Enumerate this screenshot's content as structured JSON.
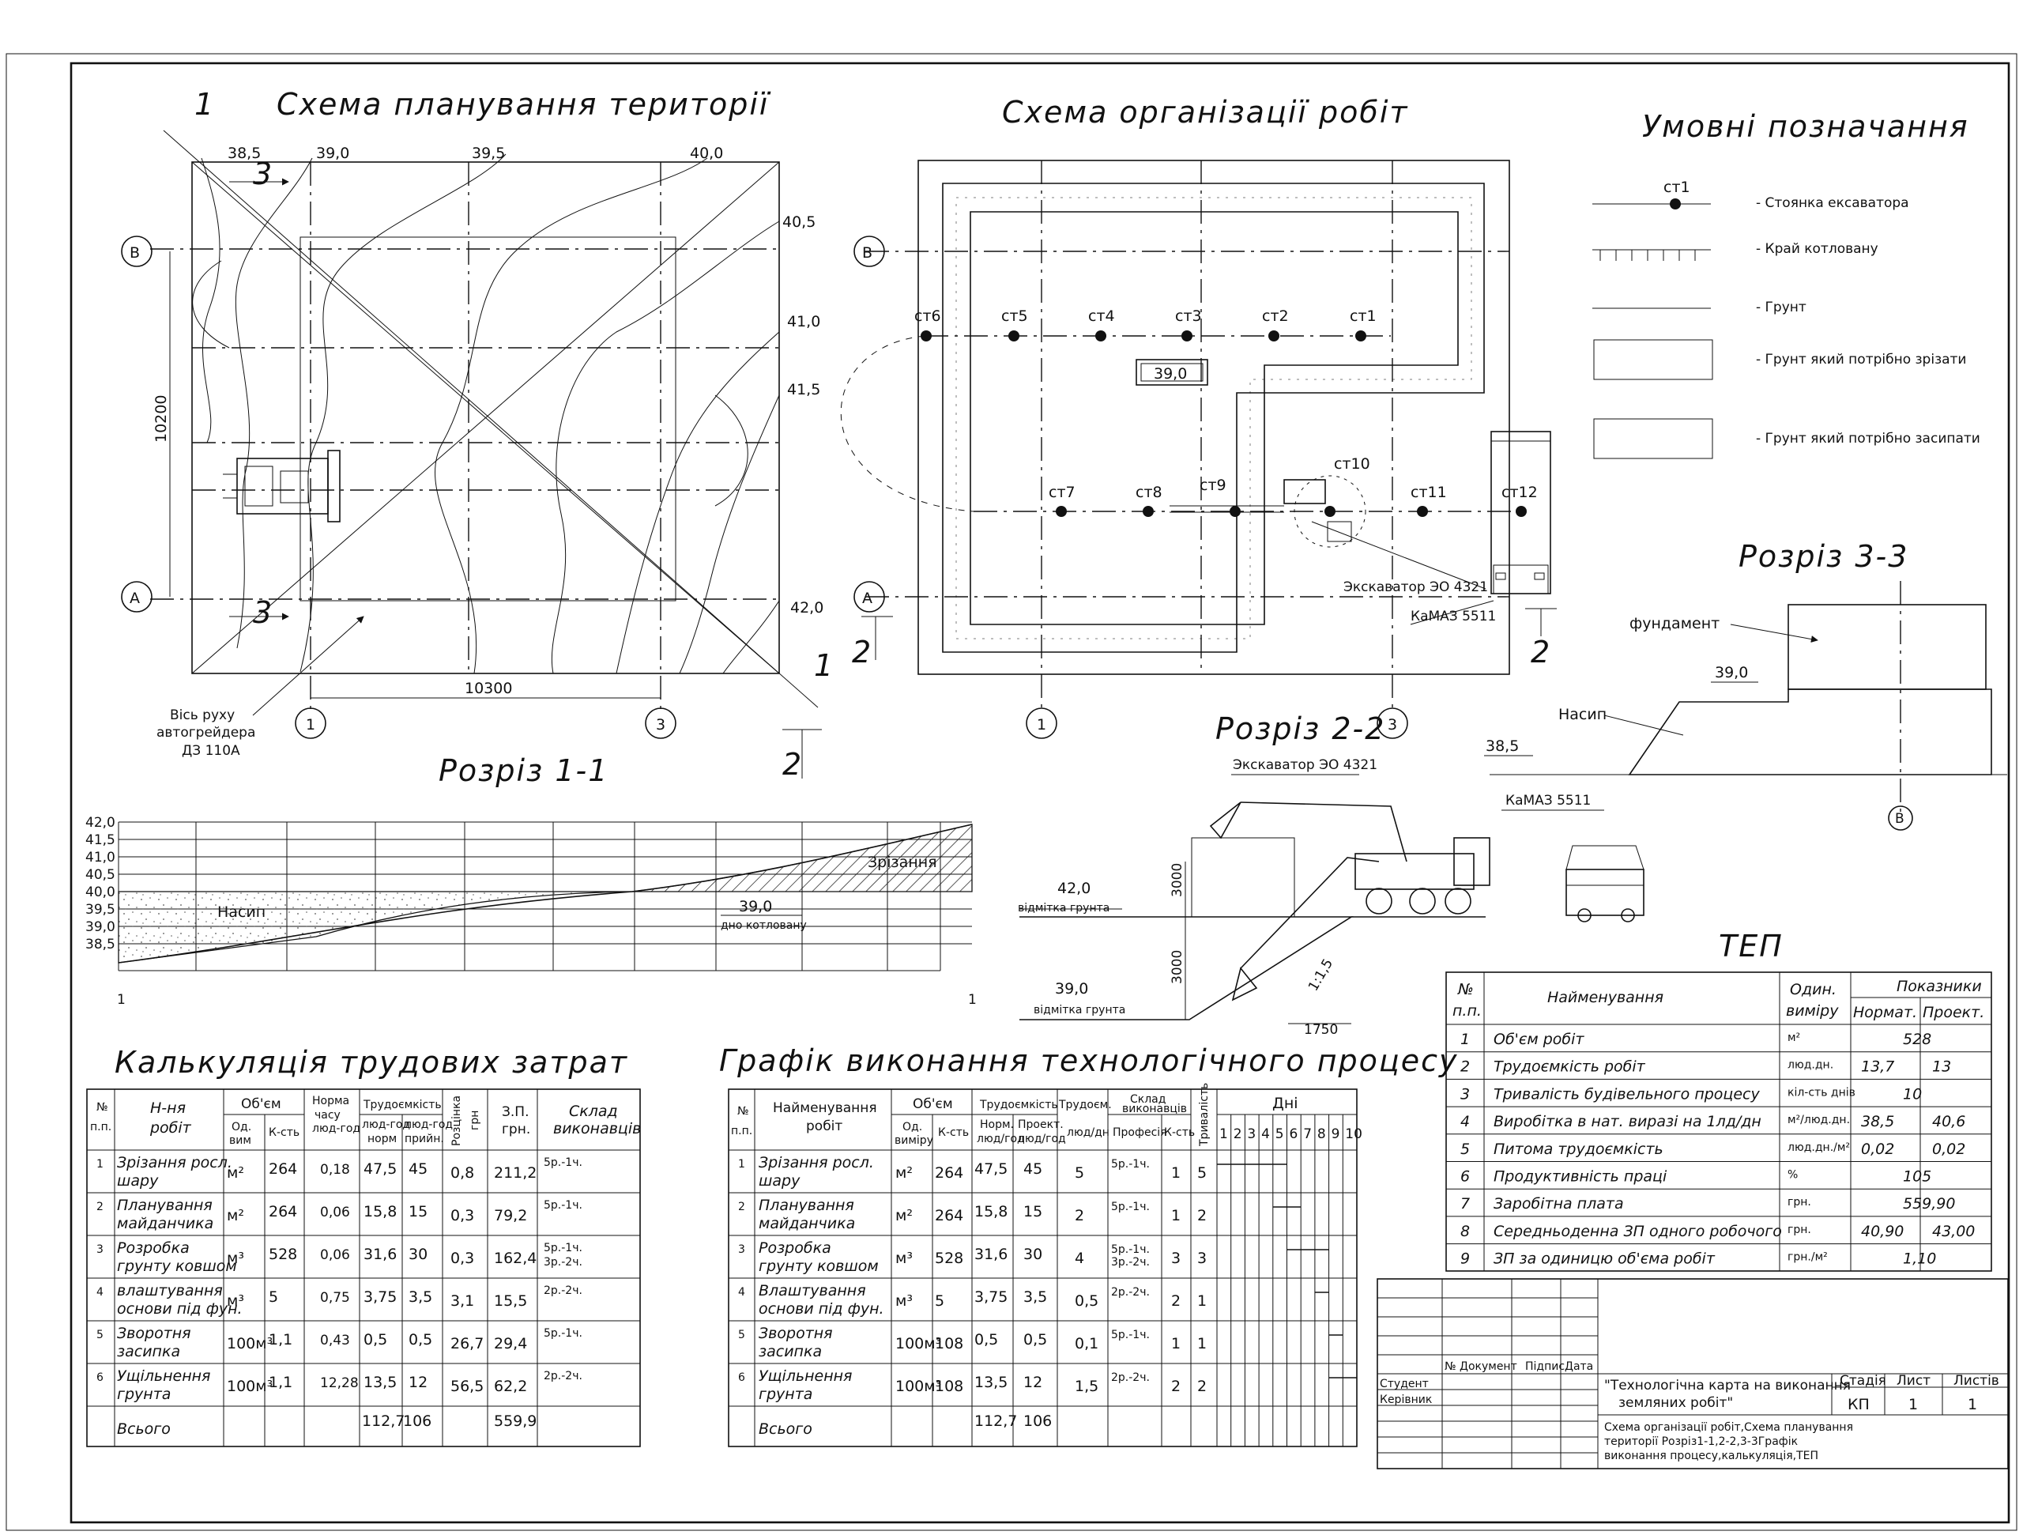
{
  "sheet": {
    "title_site_plan": "Схема планування території",
    "title_work_org": "Схема організації робіт",
    "title_legend": "Умовні позначання",
    "title_section_11": "Розріз 1-1",
    "title_section_22": "Розріз 2-2",
    "title_section_33": "Розріз 3-3",
    "title_tep": "ТЕП",
    "title_labor": "Калькуляція трудових затрат",
    "title_schedule": "Графік виконання технологічного процесу"
  },
  "site_plan": {
    "contours": [
      "38,5",
      "39,0",
      "39,5",
      "40,0",
      "40,5",
      "41,0",
      "41,5",
      "42,0"
    ],
    "axis_B": "В",
    "axis_A": "А",
    "axis_1": "1",
    "axis_3": "3",
    "dim_vertical": "10200",
    "dim_horizontal": "10300",
    "section_mark_1": "1",
    "section_mark_3": "3",
    "section_mark_2": "2",
    "grader_note_1": "Вісь руху",
    "grader_note_2": "автогрейдера",
    "grader_note_3": "ДЗ 110А"
  },
  "work_org": {
    "axis_B": "В",
    "axis_A": "А",
    "axis_1": "1",
    "axis_3": "3",
    "stations": [
      "ст1",
      "ст2",
      "ст3",
      "ст4",
      "ст5",
      "ст6",
      "ст7",
      "ст8",
      "ст9",
      "ст10",
      "ст11",
      "ст12"
    ],
    "level_box": "39,0",
    "excavator_label": "Экскаватор ЭО 4321",
    "truck_label": "КаМАЗ 5511",
    "section_mark": "2"
  },
  "legend": {
    "st_symbol": "ст1",
    "items": [
      "- Стоянка ексаватора",
      "- Край котловану",
      "- Грунт",
      "- Грунт який потрібно зрізати",
      "- Грунт який потрібно засипати"
    ]
  },
  "section_11": {
    "levels": [
      "42,0",
      "41,5",
      "41,0",
      "40,5",
      "40,0",
      "39,5",
      "39,0",
      "38,5"
    ],
    "fill_label": "Насип",
    "cut_label": "Зрізання",
    "bottom_level": "39,0",
    "bottom_note": "дно котловану",
    "mark_left": "1",
    "mark_right": "1"
  },
  "section_22": {
    "excavator": "Экскаватор ЭО 4321",
    "truck": "КаМАЗ 5511",
    "level_top": "42,0",
    "level_top_note": "відмітка грунта",
    "level_bottom": "39,0",
    "level_bottom_note": "відмітка грунта",
    "dim_3000_a": "3000",
    "dim_3000_b": "3000",
    "slope": "1:1,5",
    "dim_1750": "1750"
  },
  "section_33": {
    "foundation": "фундамент",
    "level_top": "39,0",
    "fill": "Насип",
    "level_bottom": "38,5",
    "axis": "В"
  },
  "tep": {
    "headers": {
      "num": "№",
      "num2": "п.п.",
      "name": "Найменування",
      "unit": "Один.",
      "unit2": "виміру",
      "values": "Показники",
      "norm": "Нормат.",
      "proj": "Проект."
    },
    "rows": [
      {
        "n": "1",
        "name": "Об'єм робіт",
        "unit": "м²",
        "norm": "528",
        "proj": ""
      },
      {
        "n": "2",
        "name": "Трудоємкість робіт",
        "unit": "люд.дн.",
        "norm": "13,7",
        "proj": "13"
      },
      {
        "n": "3",
        "name": "Тривалість будівельного процесу",
        "unit": "кіл-сть днів",
        "norm": "10",
        "proj": ""
      },
      {
        "n": "4",
        "name": "Виробітка в нат. виразі на 1лд/дн",
        "unit": "м²/люд.дн.",
        "norm": "38,5",
        "proj": "40,6"
      },
      {
        "n": "5",
        "name": "Питома трудоємкість",
        "unit": "люд.дн./м²",
        "norm": "0,02",
        "proj": "0,02"
      },
      {
        "n": "6",
        "name": "Продуктивність праці",
        "unit": "%",
        "norm": "105",
        "proj": ""
      },
      {
        "n": "7",
        "name": "Заробітна плата",
        "unit": "грн.",
        "norm": "559,90",
        "proj": ""
      },
      {
        "n": "8",
        "name": "Середньоденна ЗП одного робочого",
        "unit": "грн.",
        "norm": "40,90",
        "proj": "43,00"
      },
      {
        "n": "9",
        "name": "ЗП за одиницю об'єма робіт",
        "unit": "грн./м²",
        "norm": "1,10",
        "proj": ""
      }
    ]
  },
  "labor": {
    "headers": {
      "num": "№",
      "num2": "п.п.",
      "name": "Н-ня",
      "name2": "робіт",
      "volume": "Об'єм",
      "vol_unit": "Од.",
      "vol_unit2": "вим",
      "vol_qty": "К-сть",
      "norm": "Норма",
      "norm2": "часу",
      "norm3": "люд-год",
      "labor": "Трудоємкість",
      "labor_norm": "люд-год",
      "labor_norm2": "норм",
      "labor_proj": "люд-год",
      "labor_proj2": "прийн.",
      "rate": "Розцінка",
      "rate2": "грн",
      "wage": "З.П.",
      "wage2": "грн.",
      "crew": "Склад",
      "crew2": "виконавців"
    },
    "rows": [
      {
        "n": "1",
        "name": "Зрізання росл.",
        "name2": "шару",
        "unit": "м²",
        "qty": "264",
        "norm": "0,18",
        "ln": "47,5",
        "lp": "45",
        "rate": "0,8",
        "wage": "211,2",
        "crew": "5р.-1ч.",
        "crew2": ""
      },
      {
        "n": "2",
        "name": "Планування",
        "name2": "майданчика",
        "unit": "м²",
        "qty": "264",
        "norm": "0,06",
        "ln": "15,8",
        "lp": "15",
        "rate": "0,3",
        "wage": "79,2",
        "crew": "5р.-1ч.",
        "crew2": ""
      },
      {
        "n": "3",
        "name": "Розробка",
        "name2": "грунту ковшом",
        "unit": "м³",
        "qty": "528",
        "norm": "0,06",
        "ln": "31,6",
        "lp": "30",
        "rate": "0,3",
        "wage": "162,4",
        "crew": "5р.-1ч.",
        "crew2": "3р.-2ч."
      },
      {
        "n": "4",
        "name": "влаштування",
        "name2": "основи під фун.",
        "unit": "м³",
        "qty": "5",
        "norm": "0,75",
        "ln": "3,75",
        "lp": "3,5",
        "rate": "3,1",
        "wage": "15,5",
        "crew": "2р.-2ч.",
        "crew2": ""
      },
      {
        "n": "5",
        "name": "Зворотня",
        "name2": "засипка",
        "unit": "100м³",
        "qty": "1,1",
        "norm": "0,43",
        "ln": "0,5",
        "lp": "0,5",
        "rate": "26,7",
        "wage": "29,4",
        "crew": "5р.-1ч.",
        "crew2": ""
      },
      {
        "n": "6",
        "name": "Ущільнення",
        "name2": "грунта",
        "unit": "100м³",
        "qty": "1,1",
        "norm": "12,28",
        "ln": "13,5",
        "lp": "12",
        "rate": "56,5",
        "wage": "62,2",
        "crew": "2р.-2ч.",
        "crew2": ""
      }
    ],
    "total": {
      "label": "Всього",
      "ln": "112,7",
      "lp": "106",
      "wage": "559,9"
    }
  },
  "schedule": {
    "headers": {
      "num": "№",
      "num2": "п.п.",
      "name": "Найменування",
      "name2": "робіт",
      "volume": "Об'єм",
      "unit": "Од.",
      "unit2": "виміру",
      "qty": "К-сть",
      "labor": "Трудоємкість",
      "norm": "Норм.",
      "norm2": "люд/год",
      "proj": "Проект.",
      "proj2": "люд/год",
      "labordn": "Трудоєм.",
      "labordn2": "люд/дн",
      "crew": "Склад",
      "crew2": "виконавців",
      "prof": "Професія",
      "cnt": "К-сть",
      "dur": "Тривалість",
      "days": "Дні"
    },
    "day_numbers": [
      "1",
      "2",
      "3",
      "4",
      "5",
      "6",
      "7",
      "8",
      "9",
      "10"
    ],
    "rows": [
      {
        "n": "1",
        "name": "Зрізання росл.",
        "name2": "шару",
        "unit": "м²",
        "qty": "264",
        "norm": "47,5",
        "proj": "45",
        "ld": "5",
        "prof": "5р.-1ч.",
        "prof2": "",
        "cnt": "1",
        "dur": "5",
        "start": 0,
        "len": 5
      },
      {
        "n": "2",
        "name": "Планування",
        "name2": "майданчика",
        "unit": "м²",
        "qty": "264",
        "norm": "15,8",
        "proj": "15",
        "ld": "2",
        "prof": "5р.-1ч.",
        "prof2": "",
        "cnt": "1",
        "dur": "2",
        "start": 4,
        "len": 2
      },
      {
        "n": "3",
        "name": "Розробка",
        "name2": "грунту ковшом",
        "unit": "м³",
        "qty": "528",
        "norm": "31,6",
        "proj": "30",
        "ld": "4",
        "prof": "5р.-1ч.",
        "prof2": "3р.-2ч.",
        "cnt": "3",
        "dur": "3",
        "start": 5,
        "len": 3
      },
      {
        "n": "4",
        "name": "Влаштування",
        "name2": "основи під фун.",
        "unit": "м³",
        "qty": "5",
        "norm": "3,75",
        "proj": "3,5",
        "ld": "0,5",
        "prof": "2р.-2ч.",
        "prof2": "",
        "cnt": "2",
        "dur": "1",
        "start": 7,
        "len": 1
      },
      {
        "n": "5",
        "name": "Зворотня",
        "name2": "засипка",
        "unit": "100м³",
        "qty": "108",
        "norm": "0,5",
        "proj": "0,5",
        "ld": "0,1",
        "prof": "5р.-1ч.",
        "prof2": "",
        "cnt": "1",
        "dur": "1",
        "start": 8,
        "len": 1
      },
      {
        "n": "6",
        "name": "Ущільнення",
        "name2": "грунта",
        "unit": "100м³",
        "qty": "108",
        "norm": "13,5",
        "proj": "12",
        "ld": "1,5",
        "prof": "2р.-2ч.",
        "prof2": "",
        "cnt": "2",
        "dur": "2",
        "start": 8,
        "len": 2
      }
    ],
    "total": {
      "label": "Всього",
      "norm": "112,7",
      "proj": "106"
    }
  },
  "stamp": {
    "col_doc": "№ Документ",
    "col_sign": "Підпис",
    "col_date": "Дата",
    "student": "Студент",
    "supervisor": "Керівник",
    "project": "\"Технологічна карта   на виконання",
    "project2": "земляних робіт\"",
    "stage": "Стадія",
    "sheet": "Лист",
    "sheets": "Листів",
    "stage_val": "КП",
    "sheet_val": "1",
    "sheets_val": "1",
    "desc1": "Схема організації робіт,Схема планування",
    "desc2": "території Розріз1-1,2-2,3-3Графік",
    "desc3": "виконання процесу,калькуляція,ТЕП"
  }
}
